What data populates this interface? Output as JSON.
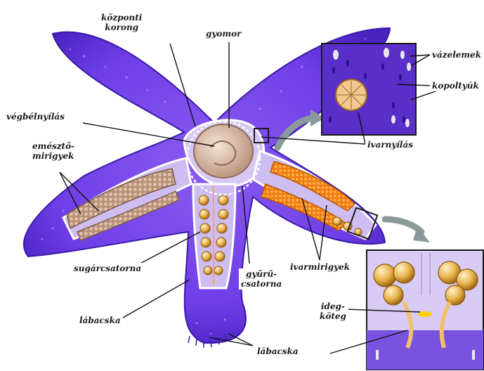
{
  "labels": {
    "kozponti_korong": "központi\nkorong",
    "gyomor": "gyomor",
    "vazelemek": "vázelemek",
    "kopoltyuk": "kopoltyúk",
    "vegbelnyilas": "végbélnyílás",
    "ivarnyilas": "ivarnyílás",
    "emeszto_mirigyek": "emésztő-\nmirigyek",
    "sugarcsatorna": "sugárcsatorna",
    "gyuru_csatorna": "gyűrű-\ncsatorna",
    "ivarmirigyek": "ivarmirigyek",
    "ideg_koteg": "ideg-\nköteg",
    "labacska_1": "lábacska",
    "labacska_2": "lábacska"
  },
  "colors": {
    "body": "#6f3ee8",
    "body_dark": "#3a1aa8",
    "inner": "#d6c8f2",
    "ampulla": "#e8b04a",
    "gonad": "#f07a10",
    "stomach": "#e6c8b0",
    "inset_bg": "#5a2ec8",
    "background": "#ffffff"
  }
}
